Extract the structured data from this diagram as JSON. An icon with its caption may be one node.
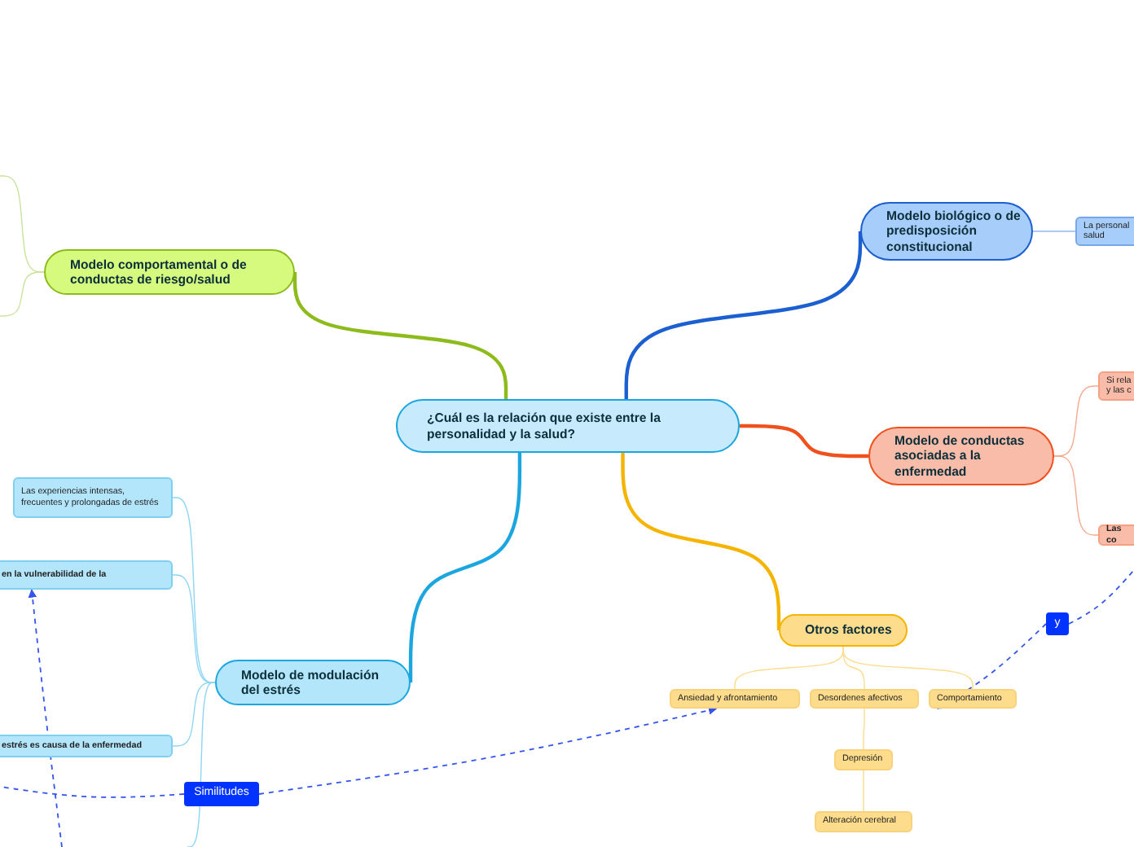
{
  "diagram": {
    "nodes": [
      {
        "text": [
          "¿Cuál es la relación que existe entre la personalidad y la salud?"
        ]
      },
      {
        "text": [
          "Modelo comportamental o de conductas de riesgo/salud"
        ]
      },
      {
        "text": [
          "Modelo biológico o de predisposición constitucional"
        ]
      },
      {
        "text": [
          "La personal salud"
        ]
      },
      {
        "text": [
          "Modelo de conductas asociadas a la enfermedad"
        ]
      },
      {
        "text": [
          "Si rela y las c"
        ]
      },
      {
        "text": [
          "Las co"
        ]
      },
      {
        "text": [
          "Modelo de modulación del estrés"
        ]
      },
      {
        "text": [
          "Las experiencias intensas, frecuentes y prolongadas de estrés"
        ]
      },
      {
        "text": [
          "en la vulnerabilidad de la"
        ]
      },
      {
        "text": [
          "estrés es causa de la enfermedad"
        ]
      },
      {
        "text": [
          "Otros factores"
        ]
      },
      {
        "text": [
          "Ansiedad y afrontamiento"
        ]
      },
      {
        "text": [
          "Desordenes afectivos"
        ]
      },
      {
        "text": [
          "Comportamiento"
        ]
      },
      {
        "text": [
          "Depresión"
        ]
      },
      {
        "text": [
          "Alteración cerebral"
        ]
      },
      {
        "text": [
          "Similitudes"
        ]
      },
      {
        "text": [
          "y"
        ]
      }
    ],
    "edges": [
      {
        "from": 0,
        "to": 1,
        "arrow": "none",
        "color": "#8dbb1c",
        "style": "thick"
      },
      {
        "from": 0,
        "to": 2,
        "arrow": "none",
        "color": "#1b5fd0",
        "style": "thick"
      },
      {
        "from": 0,
        "to": 4,
        "arrow": "none",
        "color": "#f0501e",
        "style": "thick"
      },
      {
        "from": 0,
        "to": 7,
        "arrow": "none",
        "color": "#1ca6e0",
        "style": "thick"
      },
      {
        "from": 0,
        "to": 11,
        "arrow": "none",
        "color": "#f5b400",
        "style": "thick"
      },
      {
        "from": 1,
        "to": null,
        "arrow": "none",
        "color": "#c9e39a"
      },
      {
        "from": 1,
        "to": null,
        "arrow": "none",
        "color": "#c9e39a"
      },
      {
        "from": 2,
        "to": 3,
        "arrow": "none",
        "color": "#8fb8f0"
      },
      {
        "from": 4,
        "to": 5,
        "arrow": "none",
        "color": "#f7a98e"
      },
      {
        "from": 4,
        "to": 6,
        "arrow": "none",
        "color": "#f7a98e"
      },
      {
        "from": 7,
        "to": 8,
        "arrow": "none",
        "color": "#8ed6f3"
      },
      {
        "from": 7,
        "to": 9,
        "arrow": "none",
        "color": "#8ed6f3"
      },
      {
        "from": 7,
        "to": 10,
        "arrow": "none",
        "color": "#8ed6f3"
      },
      {
        "from": 7,
        "to": null,
        "arrow": "none",
        "color": "#8ed6f3"
      },
      {
        "from": 11,
        "to": 12,
        "arrow": "none",
        "color": "#fddc8c"
      },
      {
        "from": 11,
        "to": 13,
        "arrow": "none",
        "color": "#fddc8c"
      },
      {
        "from": 11,
        "to": 14,
        "arrow": "none",
        "color": "#fddc8c"
      },
      {
        "from": 13,
        "to": 15,
        "arrow": "none",
        "color": "#fddc8c"
      },
      {
        "from": 15,
        "to": 16,
        "arrow": "none",
        "color": "#fddc8c"
      },
      {
        "from": 17,
        "to": 12,
        "arrow": "to",
        "style": "dashed",
        "color": "#3355ee"
      },
      {
        "from": 17,
        "to": null,
        "arrow": "none",
        "style": "dashed",
        "color": "#3355ee"
      },
      {
        "from": null,
        "to": 9,
        "arrow": "to",
        "style": "dashed",
        "color": "#3355ee"
      },
      {
        "from": 18,
        "to": 14,
        "arrow": "to",
        "style": "dashed",
        "color": "#3355ee"
      },
      {
        "from": 18,
        "to": null,
        "arrow": "none",
        "style": "dashed",
        "color": "#3355ee"
      }
    ]
  }
}
